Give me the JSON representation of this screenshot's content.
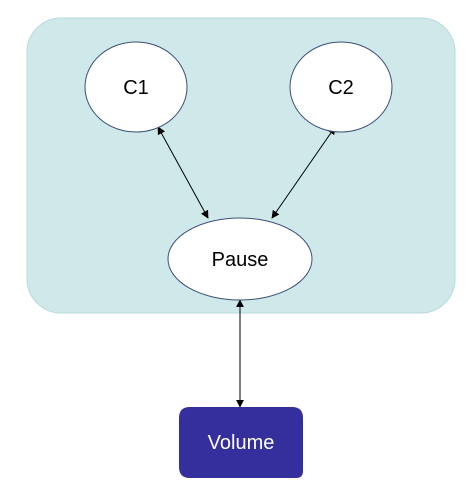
{
  "diagram": {
    "nodes": {
      "c1": {
        "label": "C1"
      },
      "c2": {
        "label": "C2"
      },
      "pause": {
        "label": "Pause"
      },
      "volume": {
        "label": "Volume"
      }
    },
    "edges": [
      {
        "from": "c1",
        "to": "pause",
        "direction": "bidirectional"
      },
      {
        "from": "c2",
        "to": "pause",
        "direction": "bidirectional"
      },
      {
        "from": "pause",
        "to": "volume",
        "direction": "bidirectional"
      }
    ]
  },
  "colors": {
    "pod_fill": "#cfe9ea",
    "pod_stroke": "#b8dadb",
    "node_fill": "#ffffff",
    "node_stroke": "#3d4f7a",
    "volume_fill": "#342f9c",
    "volume_text": "#ffffff",
    "arrow": "#000000"
  }
}
